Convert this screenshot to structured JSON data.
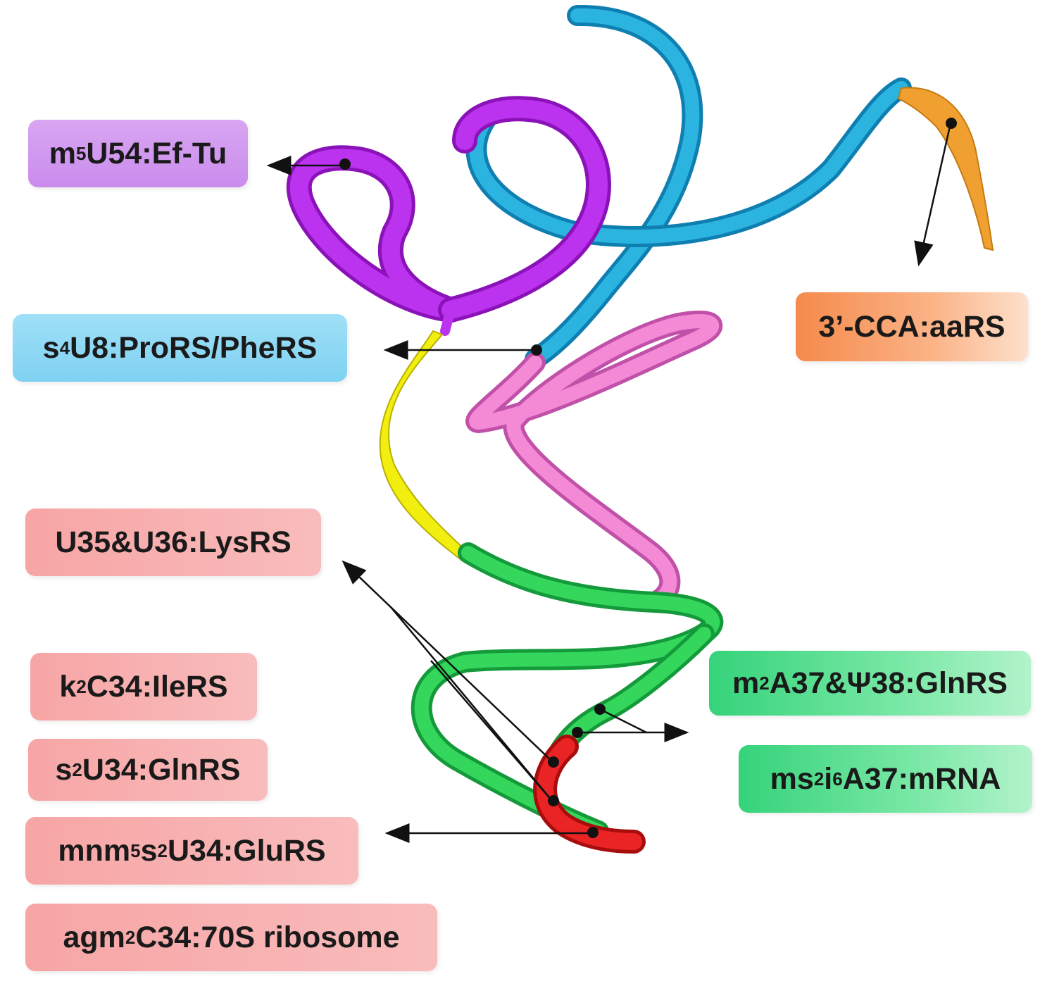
{
  "labels": {
    "m5u54": {
      "base1": "m",
      "sup1": "5",
      "rest": "U54:Ef-Tu"
    },
    "s4u8": {
      "base1": "s",
      "sup1": "4",
      "rest": "U8:ProRS/PheRS"
    },
    "cca": {
      "text": "3’-CCA:aaRS"
    },
    "u35u36": {
      "text": "U35&U36:LysRS"
    },
    "k2c34": {
      "base1": "k",
      "sup1": "2",
      "rest": "C34:IleRS"
    },
    "s2u34": {
      "base1": "s",
      "sup1": "2",
      "rest": "U34:GlnRS"
    },
    "mnm5s2u34": {
      "base1": "mnm",
      "sup1": "5",
      "base2": "s",
      "sup2": "2",
      "rest": "U34:GluRS"
    },
    "agm2c34": {
      "base1": "agm",
      "sup1": "2",
      "rest": "C34:70S ribosome"
    },
    "m2a37": {
      "base1": "m",
      "sup1": "2",
      "rest": "A37&Ψ38:GlnRS"
    },
    "ms2i6a37": {
      "base1": "ms",
      "sup1": "2",
      "base2": "i",
      "sup2": "6",
      "rest": "A37:mRNA"
    }
  },
  "colors": {
    "purple_segment": "#b020e0",
    "cyan_segment": "#1aa0d0",
    "orange_segment": "#f0a030",
    "yellow_segment": "#f0f000",
    "pink_segment": "#f080d8",
    "green_segment": "#20c040",
    "red_segment": "#e82020",
    "arrow": "#111111"
  }
}
